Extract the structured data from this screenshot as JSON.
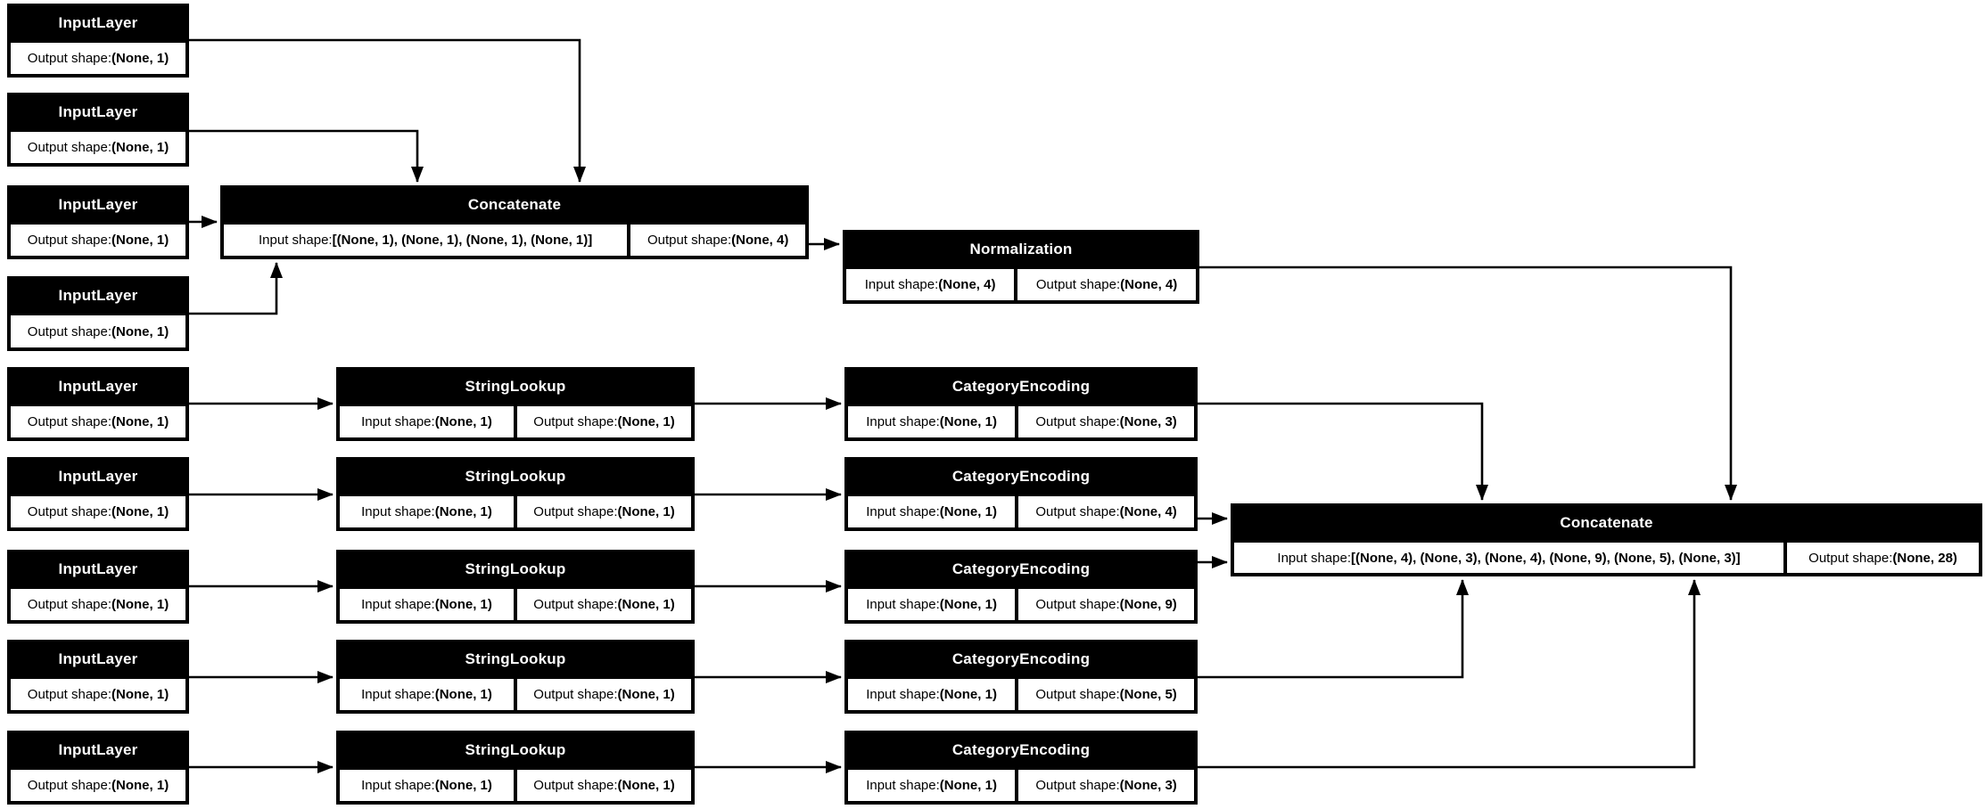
{
  "diagram": {
    "background": "#ffffff",
    "node_fill": "#000000",
    "node_title_color": "#ffffff",
    "cell_fill": "#ffffff",
    "cell_text_color": "#000000",
    "edge_color": "#000000",
    "labels": {
      "input_prefix": "Input shape: ",
      "output_prefix": "Output shape: "
    },
    "nodes": {
      "input_layer_1": {
        "title": "InputLayer",
        "output_shape": "(None, 1)"
      },
      "input_layer_2": {
        "title": "InputLayer",
        "output_shape": "(None, 1)"
      },
      "input_layer_3": {
        "title": "InputLayer",
        "output_shape": "(None, 1)"
      },
      "input_layer_4": {
        "title": "InputLayer",
        "output_shape": "(None, 1)"
      },
      "concatenate_1": {
        "title": "Concatenate",
        "input_shape": "[(None, 1), (None, 1), (None, 1), (None, 1)]",
        "output_shape": "(None, 4)"
      },
      "normalization": {
        "title": "Normalization",
        "input_shape": "(None, 4)",
        "output_shape": "(None, 4)"
      },
      "input_layer_5": {
        "title": "InputLayer",
        "output_shape": "(None, 1)"
      },
      "input_layer_6": {
        "title": "InputLayer",
        "output_shape": "(None, 1)"
      },
      "input_layer_7": {
        "title": "InputLayer",
        "output_shape": "(None, 1)"
      },
      "input_layer_8": {
        "title": "InputLayer",
        "output_shape": "(None, 1)"
      },
      "input_layer_9": {
        "title": "InputLayer",
        "output_shape": "(None, 1)"
      },
      "string_lookup_1": {
        "title": "StringLookup",
        "input_shape": "(None, 1)",
        "output_shape": "(None, 1)"
      },
      "string_lookup_2": {
        "title": "StringLookup",
        "input_shape": "(None, 1)",
        "output_shape": "(None, 1)"
      },
      "string_lookup_3": {
        "title": "StringLookup",
        "input_shape": "(None, 1)",
        "output_shape": "(None, 1)"
      },
      "string_lookup_4": {
        "title": "StringLookup",
        "input_shape": "(None, 1)",
        "output_shape": "(None, 1)"
      },
      "string_lookup_5": {
        "title": "StringLookup",
        "input_shape": "(None, 1)",
        "output_shape": "(None, 1)"
      },
      "category_encoding_1": {
        "title": "CategoryEncoding",
        "input_shape": "(None, 1)",
        "output_shape": "(None, 3)"
      },
      "category_encoding_2": {
        "title": "CategoryEncoding",
        "input_shape": "(None, 1)",
        "output_shape": "(None, 4)"
      },
      "category_encoding_3": {
        "title": "CategoryEncoding",
        "input_shape": "(None, 1)",
        "output_shape": "(None, 9)"
      },
      "category_encoding_4": {
        "title": "CategoryEncoding",
        "input_shape": "(None, 1)",
        "output_shape": "(None, 5)"
      },
      "category_encoding_5": {
        "title": "CategoryEncoding",
        "input_shape": "(None, 1)",
        "output_shape": "(None, 3)"
      },
      "concatenate_2": {
        "title": "Concatenate",
        "input_shape": "[(None, 4), (None, 3), (None, 4), (None, 9), (None, 5), (None, 3)]",
        "output_shape": "(None, 28)"
      }
    }
  }
}
